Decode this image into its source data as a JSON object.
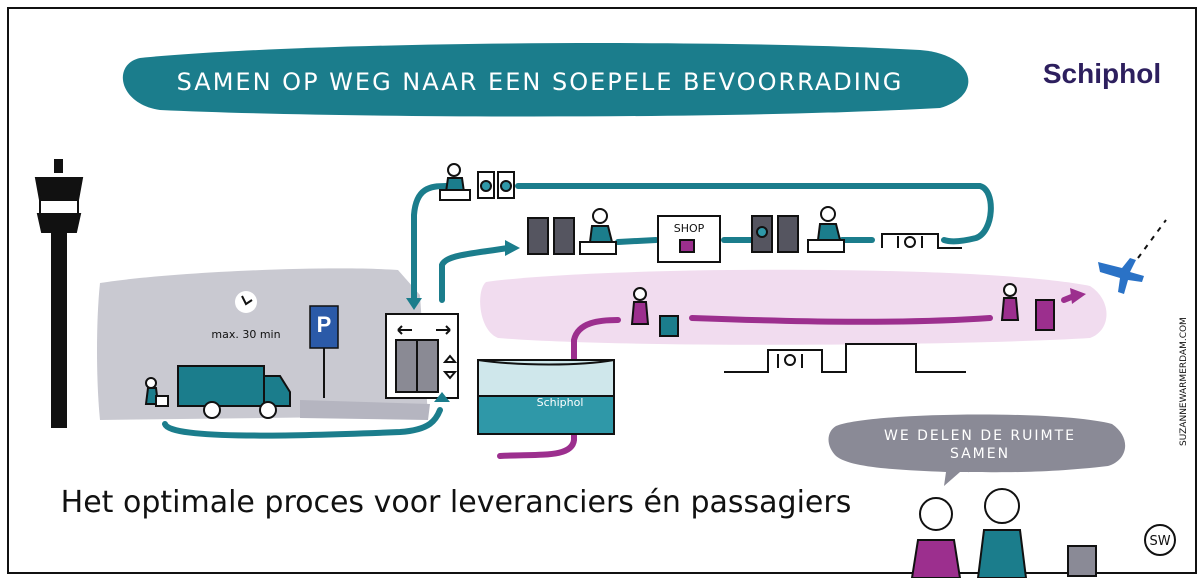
{
  "title_banner": {
    "text": "SAMEN OP WEG NAAR EEN SOEPELE BEVOORRADING"
  },
  "logo": {
    "text": "Schiphol"
  },
  "parking_sign": {
    "letter": "P"
  },
  "time_limit": {
    "text": "max. 30 min"
  },
  "shop_sign": {
    "text": "SHOP"
  },
  "terminal_sign": {
    "text": "Schiphol"
  },
  "speech_bubble": {
    "line1": "WE DELEN DE RUIMTE",
    "line2": "SAMEN"
  },
  "caption": {
    "text": "Het optimale proces voor leveranciers én passagiers"
  },
  "credit": {
    "text": "SUZANNEWARMERDAM.COM"
  },
  "signature_mark": {
    "text": "SW"
  },
  "colors": {
    "teal": "#1b7d8c",
    "teal_light": "#2f98a8",
    "purple": "#9c2f8e",
    "pink_zone": "#f1dcef",
    "gray_zone": "#c9c9d1",
    "parking_blue": "#2b5aa8",
    "plane_blue": "#2a72c6",
    "logo_navy": "#2d1f5e"
  },
  "icons": [
    "airport-tower-icon",
    "truck-icon",
    "parking-sign-icon",
    "elevator-icon",
    "cart-icon",
    "shop-icon",
    "restaurant-icon",
    "airplane-icon",
    "person-icon"
  ]
}
